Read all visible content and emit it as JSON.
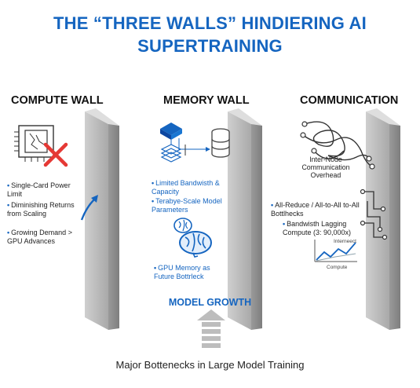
{
  "title": {
    "line1": "THE “THREE WALLS” HINDIERING AI",
    "line2": "SUPERTRAINING"
  },
  "columns": [
    {
      "heading": "COMPUTE WALL",
      "icons": [
        "chip-icon",
        "cross-icon",
        "arrow-up-icon"
      ],
      "bullets": [
        "Single-Card Power Limit",
        "Diminishing Returns from Scaling",
        "Growing Demand > GPU Advances"
      ]
    },
    {
      "heading": "MEMORY WALL",
      "icons": [
        "memory-stack-icon",
        "database-icon",
        "brain-icon"
      ],
      "bullets": [
        "Limited Bandwisth & Capacity",
        "Terabye-Scale Model Parameters",
        "GPU Memory as Future Bottrleck"
      ]
    },
    {
      "heading": "COMMUNICATION",
      "icons": [
        "tangled-network-icon",
        "circuit-icon",
        "line-chart-icon"
      ],
      "lines": [
        "Inter-Node Communication Overhead",
        "All-Reduce / All-to-All to-All Bottlhecks",
        "Bandwisth Lagging Compute (3: 90,000x)"
      ],
      "chart_labels": {
        "series": "Interneect",
        "x": "Compute"
      }
    }
  ],
  "growth_label": "MODEL GROWTH",
  "caption": "Major Bottenecks in Large Model Training",
  "colors": {
    "accent": "#1565c0",
    "wall": "#b9b9b9",
    "cross": "#e53935"
  }
}
